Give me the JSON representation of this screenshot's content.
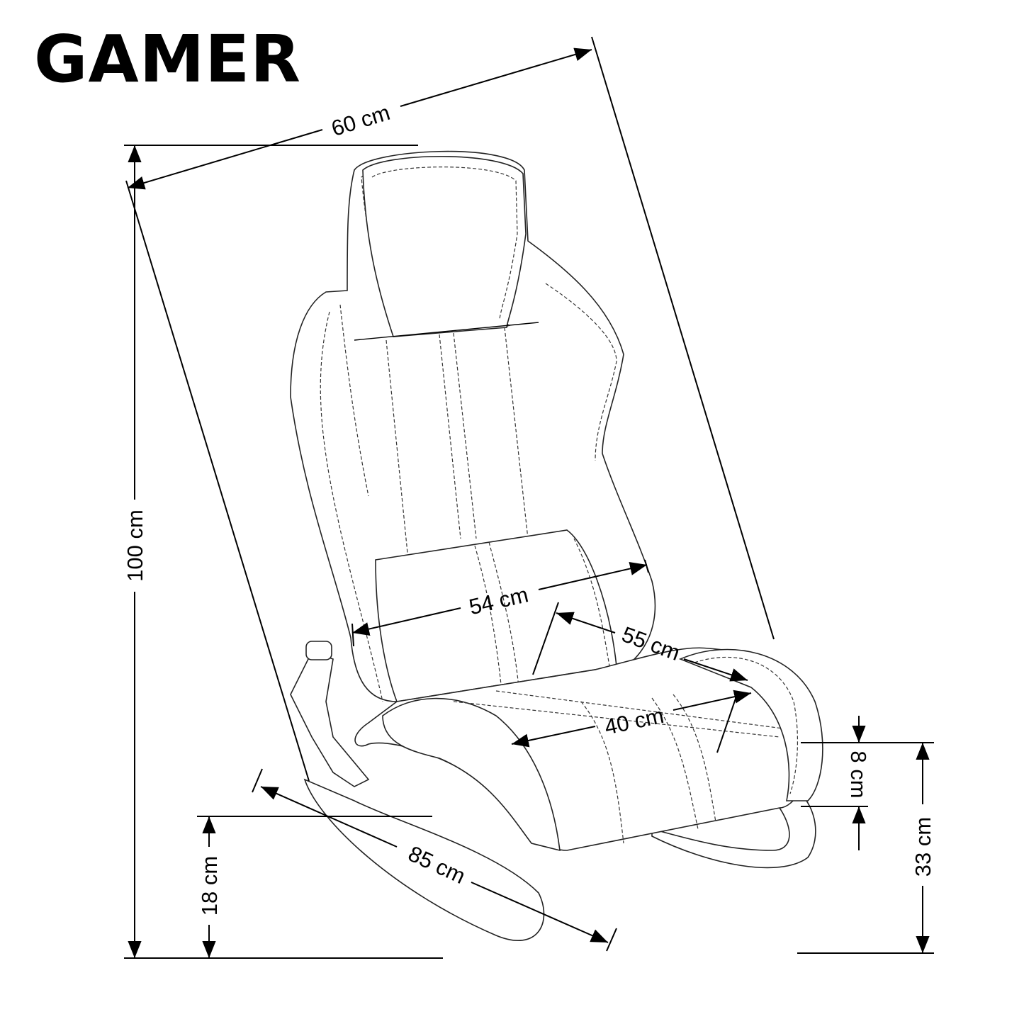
{
  "title": "GAMER",
  "dimensions": {
    "width": "60 cm",
    "height": "100 cm",
    "seat_width_back": "54 cm",
    "seat_depth": "55 cm",
    "seat_width": "40 cm",
    "seat_thickness": "8 cm",
    "seat_height": "33 cm",
    "base_height": "18 cm",
    "depth": "85 cm"
  },
  "colors": {
    "line": "#000000",
    "background": "#ffffff"
  }
}
